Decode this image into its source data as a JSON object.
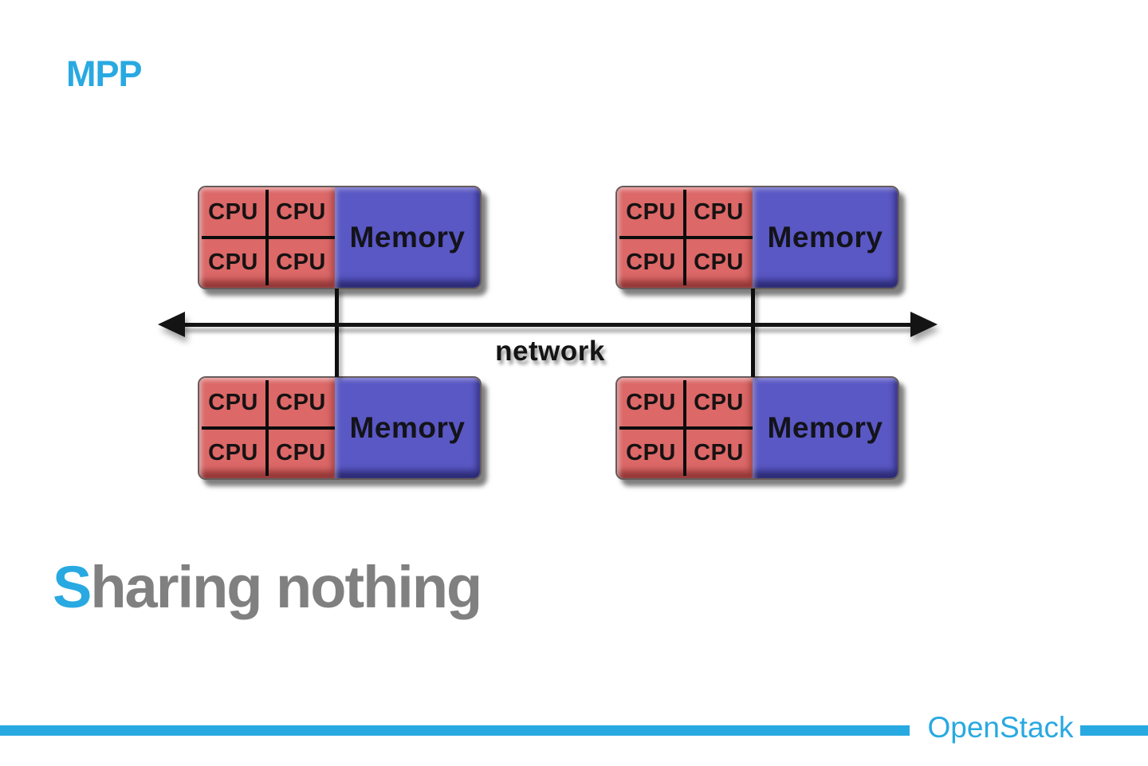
{
  "slide": {
    "title": "MPP",
    "headline": {
      "full": "Sharing nothing",
      "first_letter": "S",
      "rest": "haring nothing"
    },
    "footer": {
      "brand": "OpenStack"
    }
  },
  "colors": {
    "accent_cyan": "#29a9e1",
    "headline_gray": "#808080",
    "cpu_red": "#dc6868",
    "memory_blue": "#5a58c4",
    "line_black": "#141414"
  },
  "diagram": {
    "network_label": "network",
    "nodes": [
      {
        "name": "node-top-left",
        "cpus": [
          "CPU",
          "CPU",
          "CPU",
          "CPU"
        ],
        "memory": "Memory"
      },
      {
        "name": "node-top-right",
        "cpus": [
          "CPU",
          "CPU",
          "CPU",
          "CPU"
        ],
        "memory": "Memory"
      },
      {
        "name": "node-bottom-left",
        "cpus": [
          "CPU",
          "CPU",
          "CPU",
          "CPU"
        ],
        "memory": "Memory"
      },
      {
        "name": "node-bottom-right",
        "cpus": [
          "CPU",
          "CPU",
          "CPU",
          "CPU"
        ],
        "memory": "Memory"
      }
    ]
  }
}
